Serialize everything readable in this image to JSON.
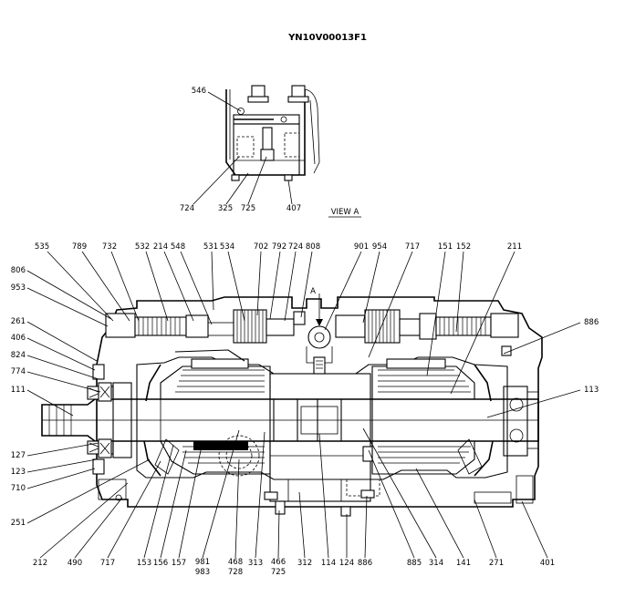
{
  "drawing_code": "YN10V00013F1",
  "view_label": "VIEW  A",
  "arrow_label": "A",
  "view_a_labels": [
    "546",
    "724",
    "325",
    "725",
    "407"
  ],
  "top_labels": [
    "535",
    "789",
    "732",
    "532",
    "214",
    "548",
    "531",
    "534",
    "702",
    "792",
    "724",
    "808",
    "901",
    "954",
    "717",
    "151",
    "152",
    "211"
  ],
  "left_labels": [
    "806",
    "953",
    "261",
    "406",
    "824",
    "774",
    "111",
    "127",
    "123",
    "710",
    "251"
  ],
  "right_labels": [
    "886",
    "113"
  ],
  "bottom_labels": [
    "212",
    "490",
    "717",
    "153",
    "156",
    "157",
    "981",
    "983",
    "468",
    "728",
    "313",
    "466",
    "725",
    "312",
    "114",
    "124",
    "886",
    "885",
    "314",
    "141",
    "271",
    "401"
  ]
}
